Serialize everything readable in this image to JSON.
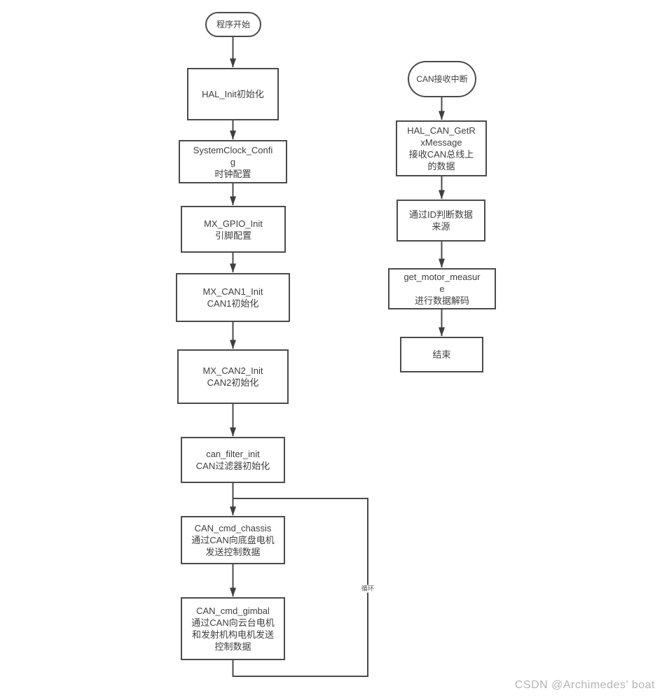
{
  "colors": {
    "background": "#ffffff",
    "line": "#4b4b4b",
    "arrow": "#3f3f3f",
    "text": "#3f3f3f",
    "watermark": "#b3b3b3"
  },
  "left": {
    "nodes": {
      "start": [
        "程序开始"
      ],
      "hal_init": [
        "HAL_Init初始化"
      ],
      "sysclock": [
        "SystemClock_Confi",
        "g",
        "时钟配置"
      ],
      "gpio": [
        "MX_GPIO_Init",
        "引脚配置"
      ],
      "can1": [
        "MX_CAN1_Init",
        "CAN1初始化"
      ],
      "can2": [
        "MX_CAN2_Init",
        "CAN2初始化"
      ],
      "filter": [
        "can_filter_init",
        "CAN过滤器初始化"
      ],
      "chassis": [
        "CAN_cmd_chassis",
        "通过CAN向底盘电机",
        "发送控制数据"
      ],
      "gimbal": [
        "CAN_cmd_gimbal",
        "通过CAN向云台电机",
        "和发射机构电机发送",
        "控制数据"
      ]
    }
  },
  "right": {
    "nodes": {
      "start": [
        "CAN接收中断"
      ],
      "get_rx": [
        "HAL_CAN_GetR",
        "xMessage",
        "接收CAN总线上",
        "的数据"
      ],
      "id_judge": [
        "通过ID判断数据",
        "来源"
      ],
      "decode": [
        "get_motor_measur",
        "e",
        "进行数据解码"
      ],
      "end": [
        "结束"
      ]
    }
  },
  "edge_labels": {
    "loop": "循环"
  },
  "watermark": {
    "text": "CSDN @Archimedes' boat"
  }
}
